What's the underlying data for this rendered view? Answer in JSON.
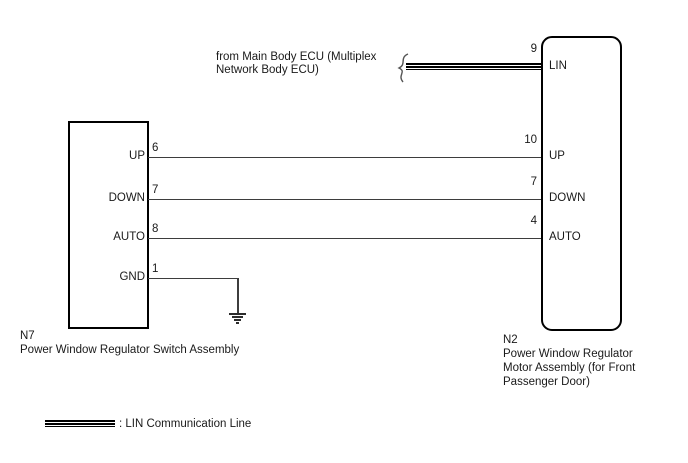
{
  "ecu_note": {
    "line1": "from Main Body ECU (Multiplex",
    "line2": "Network Body ECU)"
  },
  "left_component": {
    "id": "N7",
    "name": "Power Window Regulator Switch Assembly",
    "pins": [
      {
        "num": "6",
        "label": "UP"
      },
      {
        "num": "7",
        "label": "DOWN"
      },
      {
        "num": "8",
        "label": "AUTO"
      },
      {
        "num": "1",
        "label": "GND"
      }
    ]
  },
  "right_component": {
    "id": "N2",
    "name_lines": {
      "0": "Power Window Regulator",
      "1": "Motor Assembly (for Front",
      "2": "Passenger Door)"
    },
    "pins": [
      {
        "num": "9",
        "label": "LIN"
      },
      {
        "num": "10",
        "label": "UP"
      },
      {
        "num": "7",
        "label": "DOWN"
      },
      {
        "num": "4",
        "label": "AUTO"
      }
    ]
  },
  "legend": {
    "lin_label": ": LIN Communication Line"
  },
  "colors": {
    "wire": "#3d3d3d",
    "box_border": "#000000",
    "background": "#ffffff",
    "text": "#1a1a1a"
  }
}
